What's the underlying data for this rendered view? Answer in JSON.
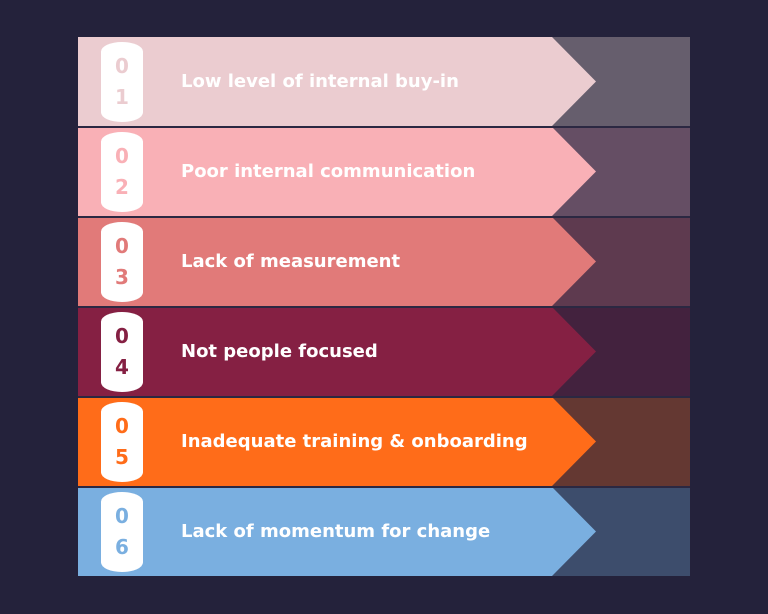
{
  "items": [
    {
      "num_a": "0",
      "num_b": "1",
      "label": "Low level of internal buy-in",
      "color": "#ebccd0",
      "panel": "#665e6d"
    },
    {
      "num_a": "0",
      "num_b": "2",
      "label": "Poor internal communication",
      "color": "#f9b0b6",
      "panel": "#654e64"
    },
    {
      "num_a": "0",
      "num_b": "3",
      "label": "Lack of measurement",
      "color": "#e17a79",
      "panel": "#5e3a4f"
    },
    {
      "num_a": "0",
      "num_b": "4",
      "label": "Not people focused",
      "color": "#852043",
      "panel": "#43223e"
    },
    {
      "num_a": "0",
      "num_b": "5",
      "label": "Inadequate training & onboarding",
      "color": "#ff6c19",
      "panel": "#643832"
    },
    {
      "num_a": "0",
      "num_b": "6",
      "label": "Lack of momentum for change",
      "color": "#7aafe0",
      "panel": "#3d4d6c"
    }
  ]
}
